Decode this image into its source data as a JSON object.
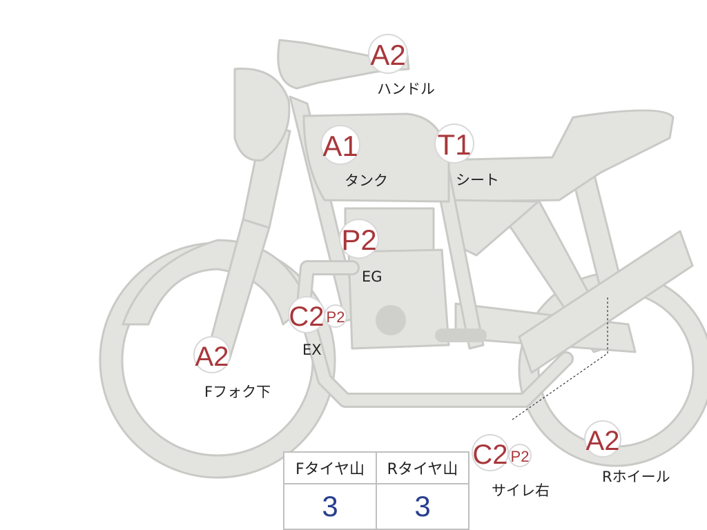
{
  "inspection_points": [
    {
      "id": "handle",
      "grade": "A2",
      "label": "ハンドル"
    },
    {
      "id": "tank",
      "grade": "A1",
      "label": "タンク"
    },
    {
      "id": "seat",
      "grade": "T1",
      "label": "シート"
    },
    {
      "id": "engine",
      "grade": "P2",
      "label": "EG"
    },
    {
      "id": "exhaust",
      "grade": "C2",
      "grade2": "P2",
      "label": "EX"
    },
    {
      "id": "fork",
      "grade": "A2",
      "label": "Fフォク下"
    },
    {
      "id": "muffler",
      "grade": "C2",
      "grade2": "P2",
      "label": "サイレ右"
    },
    {
      "id": "rwheel",
      "grade": "A2",
      "label": "Rホイール"
    }
  ],
  "tread_table": {
    "headers": [
      "Fタイヤ山",
      "Rタイヤ山"
    ],
    "values": [
      "3",
      "3"
    ]
  },
  "colors": {
    "body_fill": "#e3e3e0",
    "body_stroke": "#c9c9c6",
    "grade_text": "#a8373b",
    "tread_value": "#2a3f8f"
  }
}
